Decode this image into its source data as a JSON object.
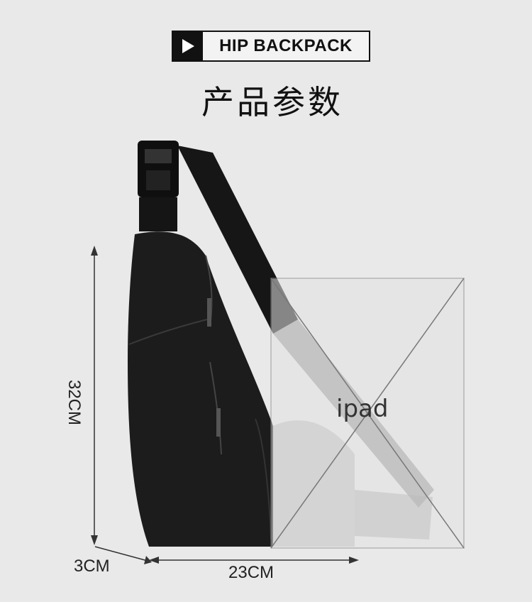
{
  "header": {
    "banner_title": "HIP BACKPACK",
    "subtitle": "产品参数",
    "play_icon": "play-triangle-icon"
  },
  "dimensions": {
    "height_label": "32CM",
    "depth_label": "3CM",
    "width_label": "23CM"
  },
  "ipad_overlay": {
    "label": "ipad"
  },
  "colors": {
    "background": "#e9e9e9",
    "bag": "#1c1c1c",
    "strap": "#151515",
    "overlay": "#cfcfcf"
  }
}
